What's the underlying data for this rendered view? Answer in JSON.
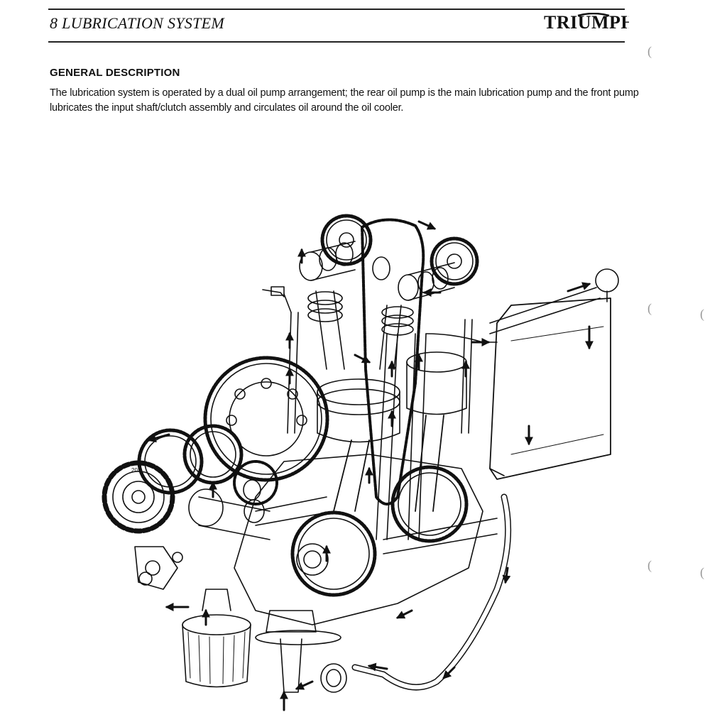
{
  "header": {
    "chapter_title": "8 LUBRICATION SYSTEM",
    "brand_logo": "TRIUMPH"
  },
  "section": {
    "heading": "GENERAL DESCRIPTION",
    "paragraph": "The lubrication system is operated by a dual oil pump arrangement; the rear oil pump is the main lubrication pump and the front pump lubricates the input shaft/clutch assembly and circulates oil around the oil cooler."
  },
  "figure": {
    "gear_marking": "203"
  },
  "margin_marks": [
    "(",
    "(",
    "(",
    "(",
    "("
  ]
}
